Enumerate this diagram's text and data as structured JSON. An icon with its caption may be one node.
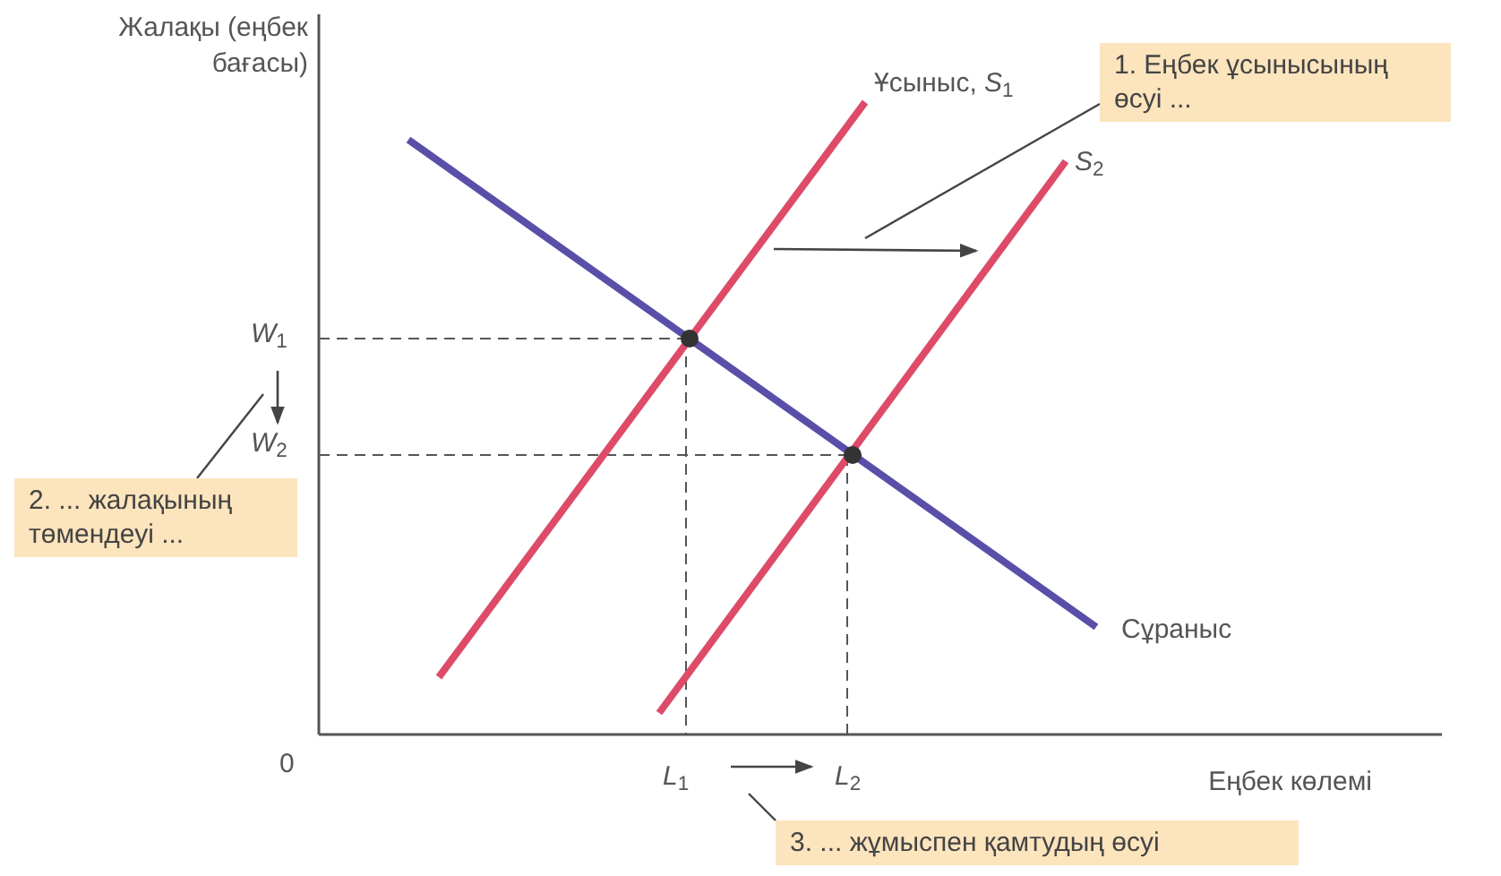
{
  "diagram": {
    "nodes": [
      {
        "text": [
          "1. Еңбек ұсынысының өсуі ..."
        ]
      },
      {
        "text": [
          "2. ... жалақының төмендеуі ..."
        ]
      },
      {
        "text": [
          "3. ... жұмыспен қамтудың өсуі"
        ]
      }
    ],
    "edges": [
      {
        "from": 0,
        "to": null,
        "arrow": "none"
      },
      {
        "from": 1,
        "to": null,
        "arrow": "none"
      },
      {
        "from": 2,
        "to": null,
        "arrow": "none"
      }
    ],
    "labels": [
      "Жалақы (еңбек бағасы)",
      "Ұсыныс, *S*$_{1}$",
      "*S*$_{2}$",
      "*W*$_{1}$",
      "*W*$_{2}$",
      "Сұраныс",
      "0",
      "*L*$_{1}$",
      "*L*$_{2}$",
      "Еңбек көлемі"
    ]
  }
}
